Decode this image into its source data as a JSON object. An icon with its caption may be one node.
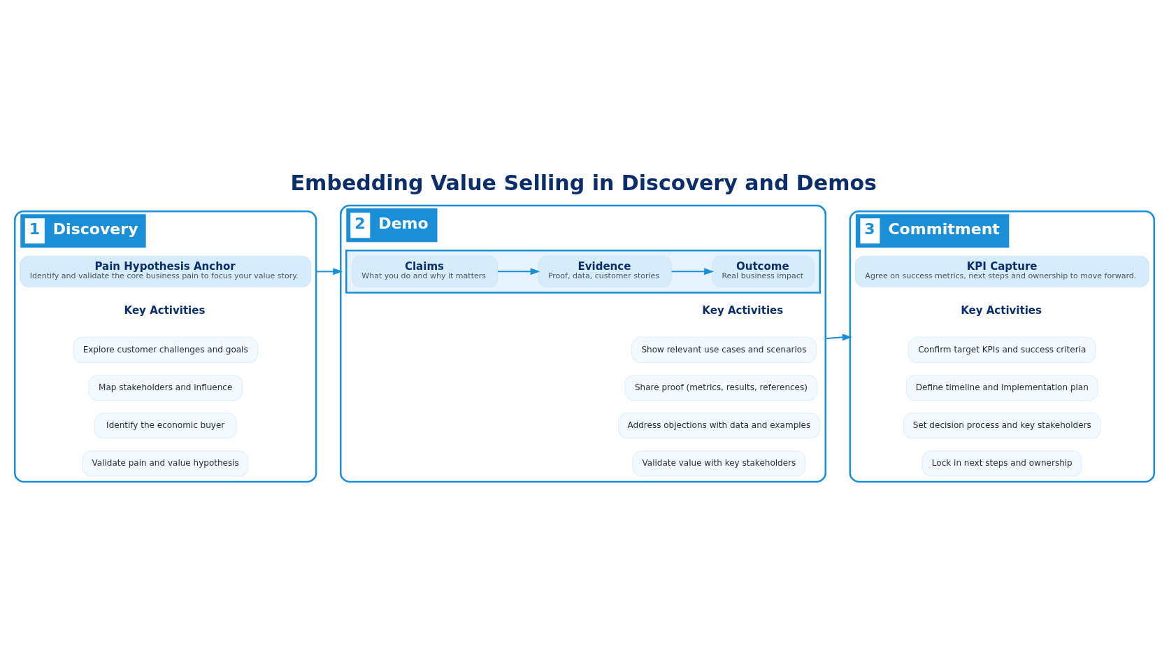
{
  "diagram": {
    "title": "Embedding Value Selling in Discovery and Demos",
    "nodes": [
      {
        "text": [
          "1",
          "Discovery"
        ]
      },
      {
        "text": [
          "Pain Hypothesis Anchor",
          "Identify and validate the core business pain to focus your value story."
        ],
        "in": 0
      },
      {
        "text": [
          "Explore customer challenges and goals"
        ],
        "in": 0
      },
      {
        "text": [
          "Map stakeholders and influence"
        ],
        "in": 0
      },
      {
        "text": [
          "Identify the economic buyer"
        ],
        "in": 0
      },
      {
        "text": [
          "Validate pain and value hypothesis"
        ],
        "in": 0
      },
      {
        "text": [
          "2",
          "Demo"
        ]
      },
      {
        "text": [],
        "shape": "box",
        "in": 6
      },
      {
        "text": [
          "Claims",
          "What you do and why it matters"
        ],
        "in": 7
      },
      {
        "text": [
          "Evidence",
          "Proof, data, customer stories"
        ],
        "in": 7
      },
      {
        "text": [
          "Outcome",
          "Real business impact"
        ],
        "in": 7
      },
      {
        "text": [
          "Show relevant use cases and scenarios"
        ],
        "in": 6
      },
      {
        "text": [
          "Share proof (metrics, results, references)"
        ],
        "in": 6
      },
      {
        "text": [
          "Address objections with data and examples"
        ],
        "in": 6
      },
      {
        "text": [
          "Validate value with key stakeholders"
        ],
        "in": 6
      },
      {
        "text": [
          "3",
          "Commitment"
        ]
      },
      {
        "text": [
          "KPI Capture",
          "Agree on success metrics, next steps and ownership to move forward."
        ],
        "in": 15
      },
      {
        "text": [
          "Confirm target KPIs and success criteria"
        ],
        "in": 15
      },
      {
        "text": [
          "Define timeline and implementation plan"
        ],
        "in": 15
      },
      {
        "text": [
          "Set decision process and key stakeholders"
        ],
        "in": 15
      },
      {
        "text": [
          "Lock in next steps and ownership"
        ],
        "in": 15
      }
    ],
    "edges": [
      {
        "from": 0,
        "to": 6,
        "arrow": "to"
      },
      {
        "from": 8,
        "to": 9,
        "arrow": "to"
      },
      {
        "from": 9,
        "to": 10,
        "arrow": "to"
      },
      {
        "from": 6,
        "to": 15,
        "arrow": "to"
      }
    ],
    "labels": [
      "Key Activities",
      "Key Activities",
      "Key Activities"
    ]
  }
}
